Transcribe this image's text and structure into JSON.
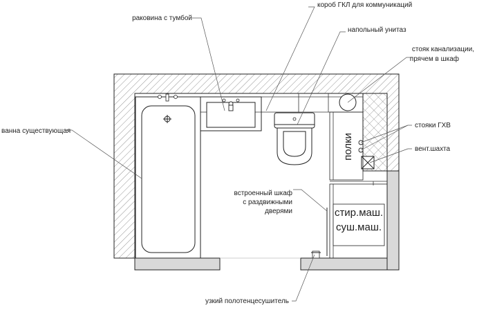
{
  "labels": {
    "sink": "раковина с тумбой",
    "gkl_box": "короб ГКЛ для коммуникаций",
    "toilet": "напольный унитаз",
    "sewer_riser_1": "стояк канализации,",
    "sewer_riser_2": "прячем в шкаф",
    "hot_water_risers": "стояки ГХВ",
    "vent_shaft": "вент.шахта",
    "bathtub": "ванна существующая",
    "wardrobe_1": "встроенный шкаф",
    "wardrobe_2": "с раздвижными",
    "wardrobe_3": "дверями",
    "towel_rail": "узкий полотенцесушитель",
    "shelves": "полки",
    "washer": "стир.маш.",
    "dryer": "суш.маш."
  },
  "colors": {
    "wall_fill": "#d9d9d9",
    "line": "#222222"
  }
}
